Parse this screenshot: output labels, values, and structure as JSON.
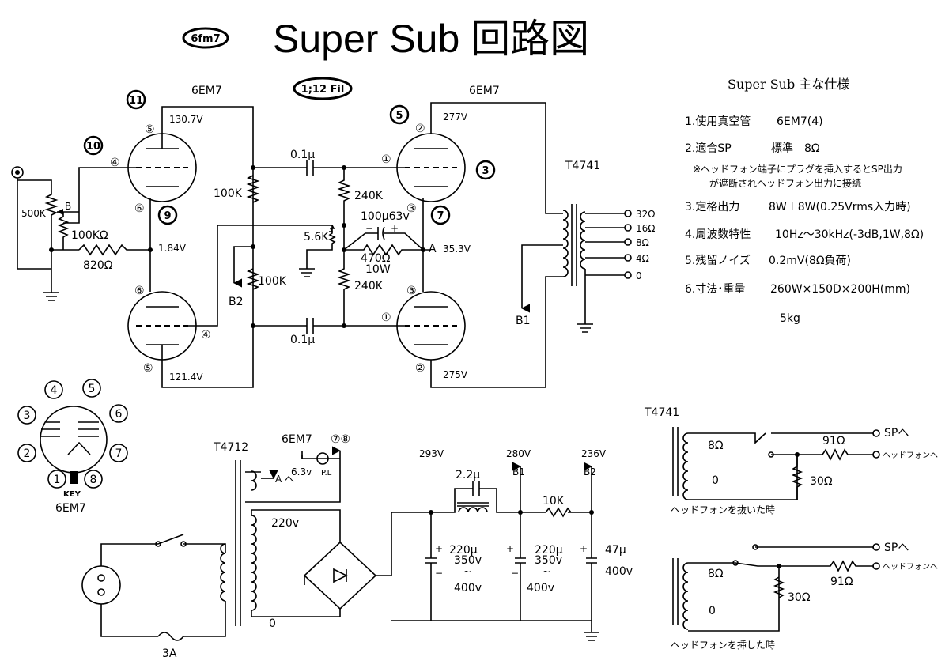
{
  "title": "Super Sub 回路図",
  "badges": {
    "top_left": "6fm7",
    "filament": "1;12 Fil"
  },
  "markers": [
    "11",
    "10",
    "9",
    "5",
    "3",
    "7"
  ],
  "tubes": {
    "left_label": "6EM7",
    "right_label": "6EM7",
    "pinout_label": "6EM7",
    "key_label": "KEY",
    "pins": [
      "①",
      "②",
      "③",
      "④",
      "⑤",
      "⑥",
      "⑦",
      "⑧"
    ],
    "pinout_numbers": [
      "1",
      "2",
      "3",
      "4",
      "5",
      "6",
      "7",
      "8"
    ]
  },
  "voltages": {
    "v130": "130.7V",
    "v184": "1.84V",
    "v121": "121.4V",
    "v277": "277V",
    "v275": "275V",
    "v353": "35.3V",
    "v293": "293V",
    "v280": "280V",
    "v236": "236V"
  },
  "components": {
    "pot": "500K",
    "b": "B",
    "r100k_omega": "100KΩ",
    "r820": "820Ω",
    "r100k_a": "100K",
    "r100k_b": "100K",
    "c01a": "0.1μ",
    "c01b": "0.1μ",
    "r240k_a": "240K",
    "r240k_b": "240K",
    "c100": "100μ63v",
    "r56k": "5.6K",
    "r470_a": "470Ω",
    "r470_b": "10W",
    "node_a": "A",
    "b2": "B2",
    "b1": "B1",
    "t4741": "T4741",
    "taps": [
      "32Ω",
      "16Ω",
      "8Ω",
      "4Ω",
      "0"
    ]
  },
  "power": {
    "t4712": "T4712",
    "heater_tubes": "6EM7",
    "heater_pins": "⑦⑧",
    "heater_v": "6.3v",
    "pl": "P.L",
    "a_to": "A へ",
    "hv": "220v",
    "zero": "0",
    "fuse": "3A",
    "c22": "2.2μ",
    "b1": "B1",
    "b2": "B2",
    "r10k": "10K",
    "cap220_a": [
      "220μ",
      "350v",
      "~",
      "400v"
    ],
    "cap220_b": [
      "220μ",
      "350v",
      "~",
      "400v"
    ],
    "cap47": [
      "47μ",
      "400v"
    ]
  },
  "headphone": {
    "t_label": "T4741",
    "ohm8": "8Ω",
    "ohm91": "91Ω",
    "ohm30": "30Ω",
    "zero": "0",
    "sp": "SPへ",
    "hp": "ヘッドフォンへ",
    "unplugged": "ヘッドフォンを抜いた時",
    "plugged": "ヘッドフォンを挿した時"
  },
  "specs": {
    "heading": "Super Sub 主な仕様",
    "items": [
      {
        "label": "1.使用真空管",
        "value": "6EM7(4)"
      },
      {
        "label": "2.適合SP",
        "value": "標準　8Ω"
      },
      {
        "label": "※ヘッドフォン端子にプラグを挿入するとSP出力",
        "value": ""
      },
      {
        "label": "が遮断されヘッドフォン出力に接続",
        "value": ""
      },
      {
        "label": "3.定格出力",
        "value": "8W＋8W(0.25Vrms入力時)"
      },
      {
        "label": "4.周波数特性",
        "value": "10Hz〜30kHz(-3dB,1W,8Ω)"
      },
      {
        "label": "5.残留ノイズ",
        "value": "0.2mV(8Ω負荷)"
      },
      {
        "label": "6.寸法･重量",
        "value": "260W×150D×200H(mm)"
      },
      {
        "label": "",
        "value": "5kg"
      }
    ]
  }
}
